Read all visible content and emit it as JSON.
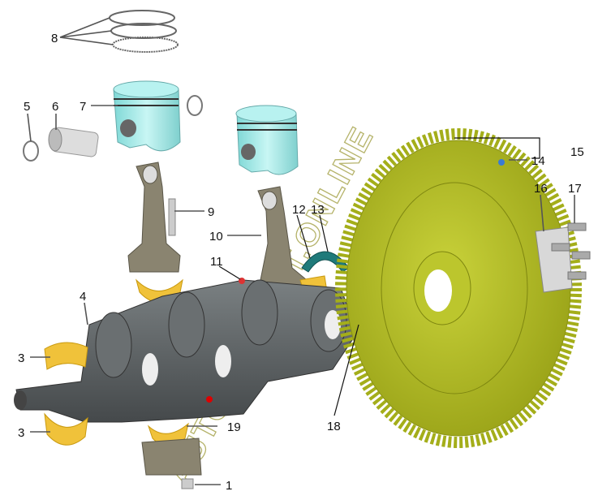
{
  "diagram": {
    "title": "Crankshaft, pistons and flywheel exploded view",
    "watermark": "AUTOSOFTCAT.ONLINE",
    "colors": {
      "flywheel": "#b8c224",
      "piston": "#a8ecea",
      "crank": "#5c6163",
      "rod": "#8a8470",
      "bearing": "#f0c23a",
      "seal": "#1f7a7a",
      "ring": "#8c8cc8"
    },
    "callouts": [
      "1",
      "3",
      "3",
      "4",
      "5",
      "6",
      "7",
      "8",
      "9",
      "10",
      "11",
      "12",
      "13",
      "14",
      "15",
      "16",
      "17",
      "18",
      "19"
    ]
  }
}
